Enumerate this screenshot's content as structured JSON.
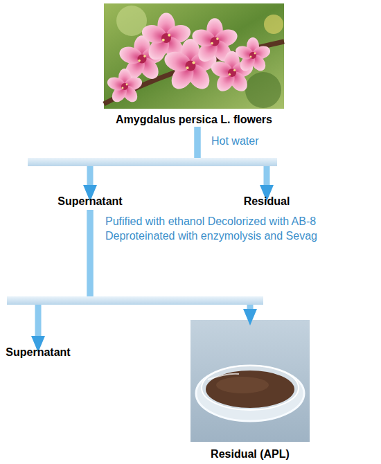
{
  "diagram": {
    "nodes": [
      {
        "text": [
          "Amygdalus persica L. flowers"
        ]
      },
      {
        "text": [
          "Supernatant"
        ]
      },
      {
        "text": [
          "Residual"
        ]
      },
      {
        "text": [
          "Supernatant"
        ]
      },
      {
        "text": [
          "Residual (APL)"
        ]
      }
    ],
    "edges": [
      {
        "from": 0,
        "to": 1,
        "arrow": "to",
        "label": "Hot water"
      },
      {
        "from": 0,
        "to": 2,
        "arrow": "to"
      },
      {
        "from": 1,
        "to": 3,
        "arrow": "to",
        "label": "Pufified with ethanol Decolorized with AB-8 Deproteinated with enzymolysis and Sevag"
      },
      {
        "from": 1,
        "to": 4,
        "arrow": "to"
      }
    ]
  }
}
